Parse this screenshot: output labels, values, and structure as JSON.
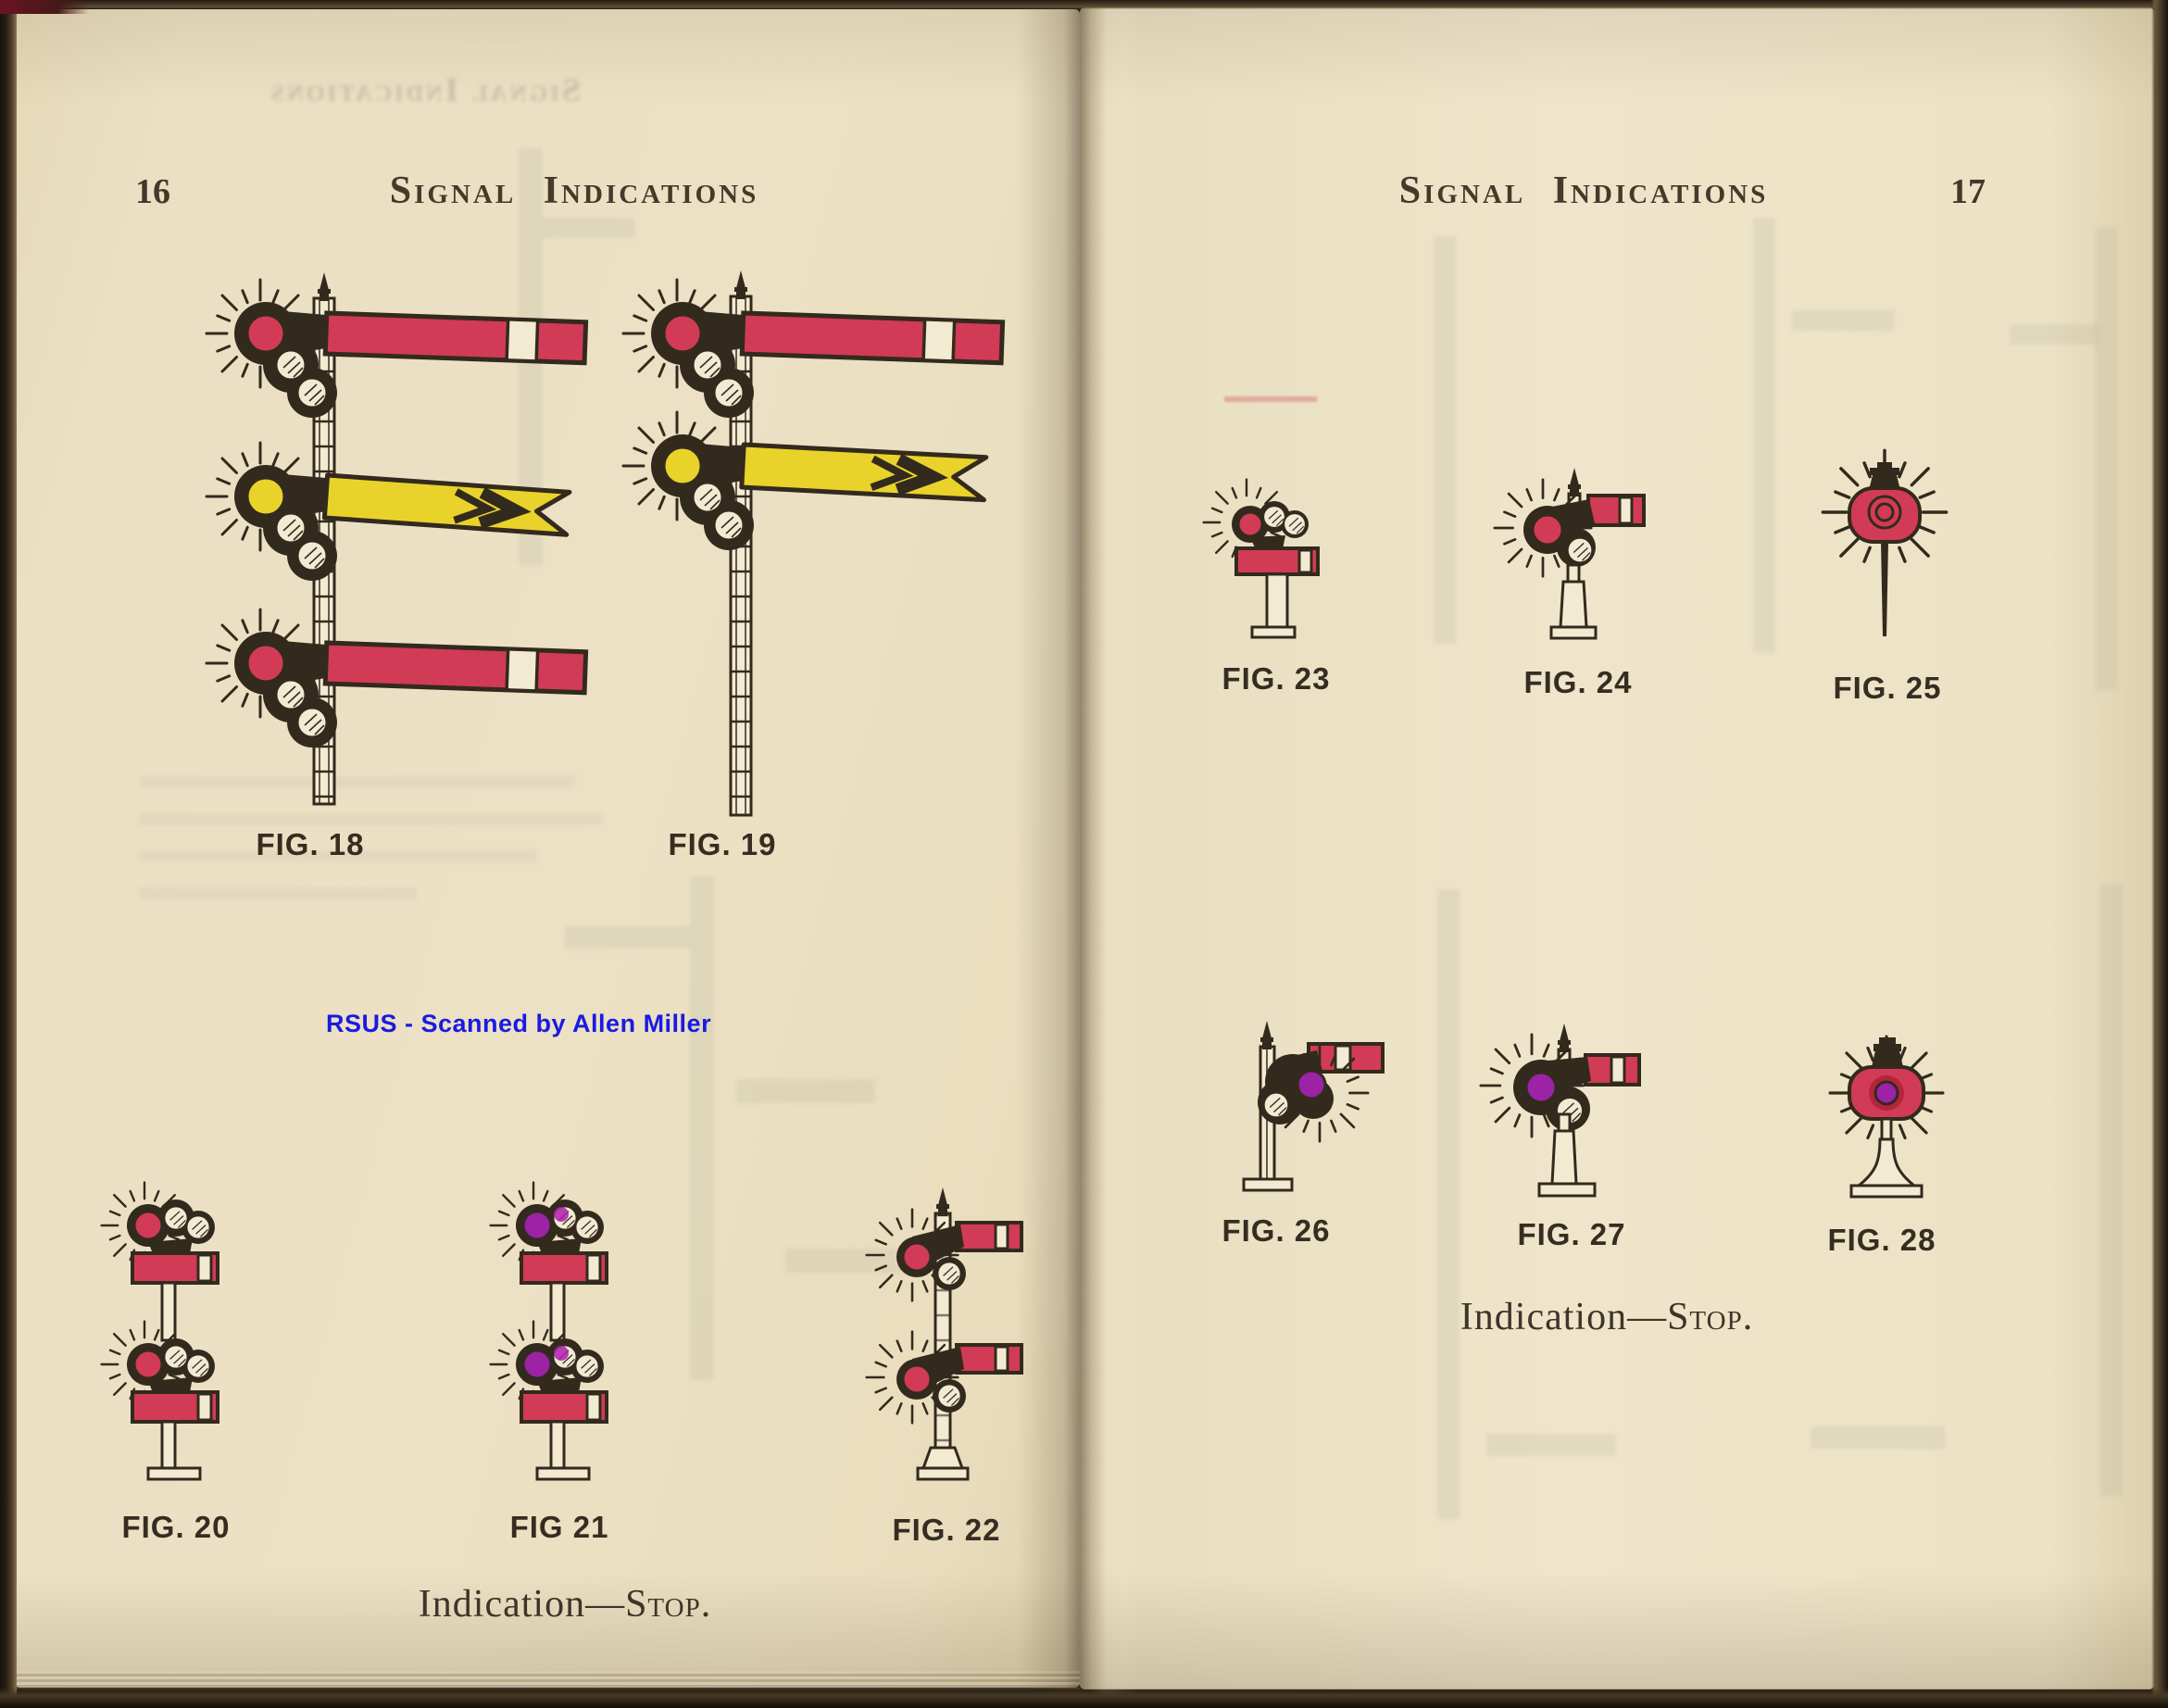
{
  "colors": {
    "paper": "#ece1c4",
    "ink": "#332a1e",
    "red": "#d23b55",
    "red-dark": "#b5243d",
    "yellow": "#e9d32b",
    "purple": "#9c22a6",
    "magenta": "#b01fae",
    "cream": "#f3ead2",
    "credit-blue": "#1a1ae4",
    "text": "#43382a"
  },
  "left_page": {
    "page_number": "16",
    "header": "Signal Indications",
    "scan_credit": "RSUS - Scanned by Allen Miller",
    "indication_prefix": "Indication—",
    "indication_term": "Stop.",
    "figures": [
      {
        "label": "FIG. 18",
        "kind": "three-arm-semaphore-red-yellow-red"
      },
      {
        "label": "FIG. 19",
        "kind": "two-arm-semaphore-red-yellow"
      },
      {
        "label": "FIG. 20",
        "kind": "stacked-dwarf-signal-red-lamps"
      },
      {
        "label": "FIG 21",
        "kind": "stacked-dwarf-signal-purple-lamps"
      },
      {
        "label": "FIG. 22",
        "kind": "two-arm-post-signal-red-lamps"
      }
    ]
  },
  "right_page": {
    "page_number": "17",
    "header": "Signal Indications",
    "indication_prefix": "Indication—",
    "indication_term": "Stop.",
    "figures": [
      {
        "label": "FIG. 23",
        "kind": "dwarf-banner-signal-red-lamp"
      },
      {
        "label": "FIG. 24",
        "kind": "dwarf-semaphore-red-lamp"
      },
      {
        "label": "FIG. 25",
        "kind": "red-target-lamp-on-post"
      },
      {
        "label": "FIG. 26",
        "kind": "dwarf-semaphore-purple-lamp-right"
      },
      {
        "label": "FIG. 27",
        "kind": "dwarf-semaphore-purple-lamp"
      },
      {
        "label": "FIG. 28",
        "kind": "red-lamp-purple-lens-pedestal"
      }
    ]
  }
}
